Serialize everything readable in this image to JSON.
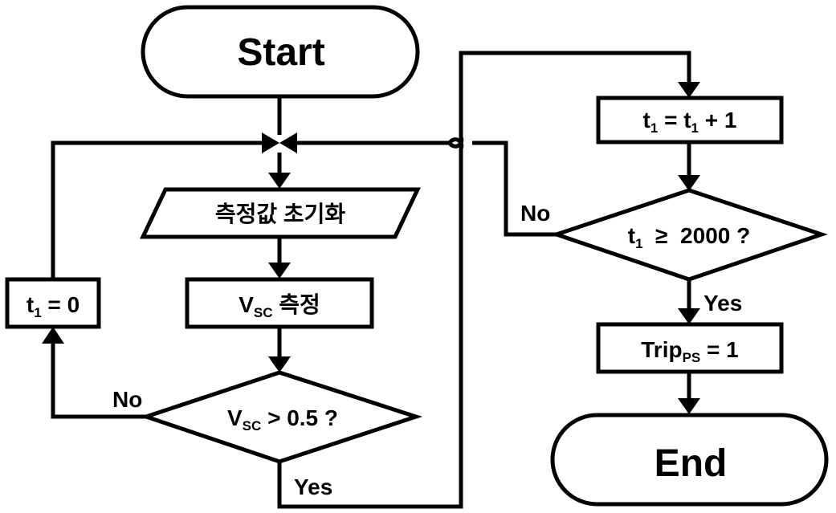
{
  "start": "Start",
  "end": "End",
  "init_values": "측정값 초기화",
  "measure": {
    "base": "V",
    "sub": "SC",
    "rest": " 측정"
  },
  "reset": {
    "base": "t",
    "sub": "1",
    "rest": " = 0"
  },
  "cond_vsc": {
    "base": "V",
    "sub": "SC",
    "rest": " > 0.5 ?"
  },
  "increment": {
    "a": "t",
    "a_sub": "1",
    "mid": " = t",
    "b_sub": "1",
    "rest": " + 1"
  },
  "cond_t1": {
    "base": "t",
    "sub": "1",
    "rest": "  ≥  2000 ?"
  },
  "trip": {
    "base": "Trip",
    "sub": "PS",
    "rest": " = 1"
  },
  "labels": {
    "no_left": "No",
    "yes_bottom": "Yes",
    "no_right": "No",
    "yes_right": "Yes"
  }
}
